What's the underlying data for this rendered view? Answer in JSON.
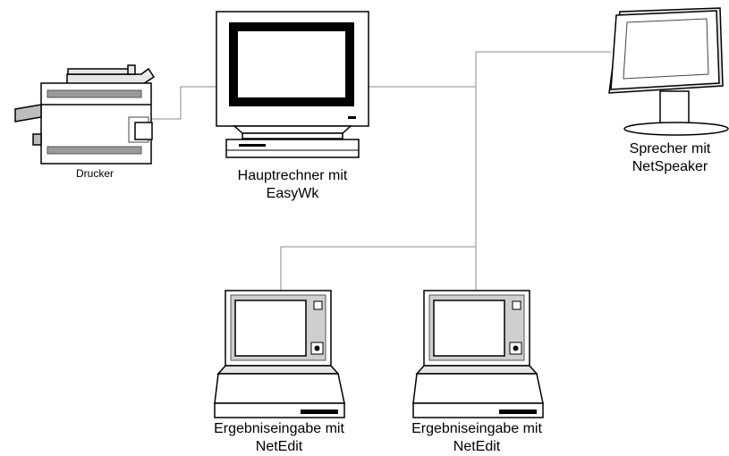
{
  "colors": {
    "background": "#ffffff",
    "outline": "#000000",
    "line": "#8a8a8a",
    "device_fill": "#e6e6e6",
    "device_shadow": "#bdbdbd"
  },
  "devices": {
    "printer": {
      "icon": "printer-icon",
      "label": "Drucker"
    },
    "main_computer": {
      "icon": "desktop-computer-icon",
      "label_line1": "Hauptrechner mit",
      "label_line2": "EasyWk"
    },
    "speaker": {
      "icon": "flat-monitor-icon",
      "label_line1": "Sprecher mit",
      "label_line2": "NetSpeaker"
    },
    "laptop_left": {
      "icon": "laptop-icon",
      "label_line1": "Ergebniseingabe mit",
      "label_line2": "NetEdit"
    },
    "laptop_right": {
      "icon": "laptop-icon",
      "label_line1": "Ergebniseingabe mit",
      "label_line2": "NetEdit"
    }
  }
}
